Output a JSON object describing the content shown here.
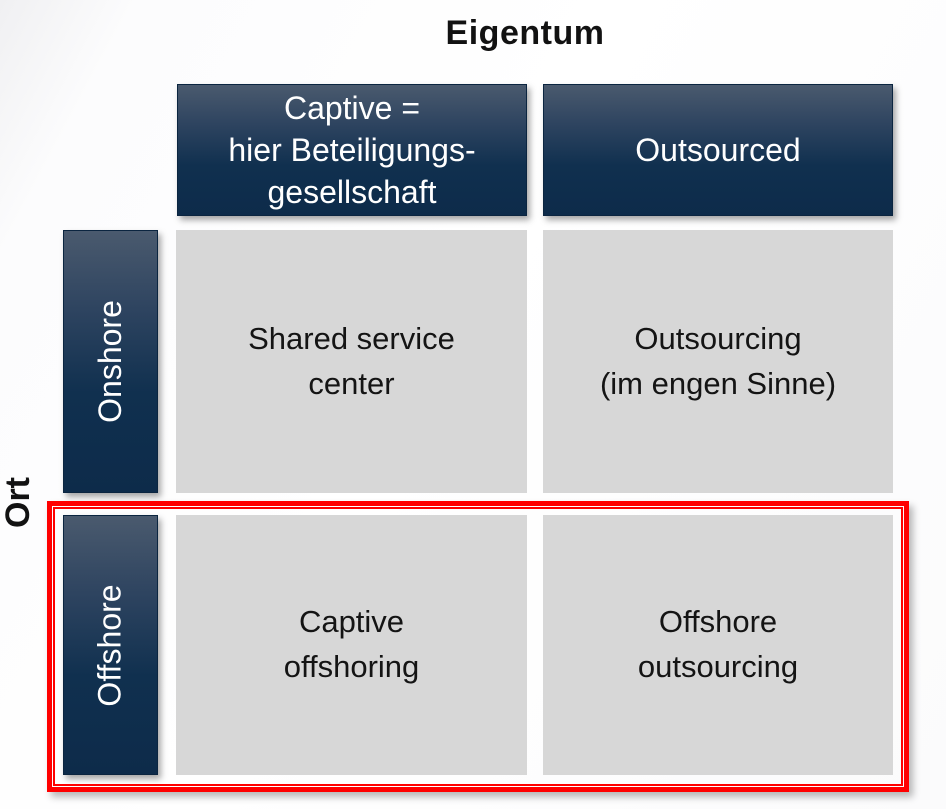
{
  "matrix": {
    "x_axis_title": "Eigentum",
    "y_axis_title": "Ort",
    "column_headers": [
      {
        "id": "captive",
        "label": "Captive =\nhier Beteiligungs-\ngesellschaft"
      },
      {
        "id": "outsourced",
        "label": "Outsourced"
      }
    ],
    "row_headers": [
      {
        "id": "onshore",
        "label": "Onshore"
      },
      {
        "id": "offshore",
        "label": "Offshore"
      }
    ],
    "cells": [
      {
        "row": "Onshore",
        "column": "Captive",
        "label": "Shared service\ncenter"
      },
      {
        "row": "Onshore",
        "column": "Outsourced",
        "label": "Outsourcing\n(im engen Sinne)"
      },
      {
        "row": "Offshore",
        "column": "Captive",
        "label": "Captive\noffshoring"
      },
      {
        "row": "Offshore",
        "column": "Outsourced",
        "label": "Offshore\noutsourcing"
      }
    ],
    "highlight": {
      "target_row": "Offshore",
      "style": "thick-thin double red frame"
    },
    "colors": {
      "header_gradient_top": "#4a5a6e",
      "header_gradient_bottom": "#0d2b4a",
      "header_text": "#ffffff",
      "cell_bg": "#d7d7d7",
      "cell_text": "#141414",
      "highlight_border": "#ff0000",
      "axis_text": "#121212"
    }
  }
}
